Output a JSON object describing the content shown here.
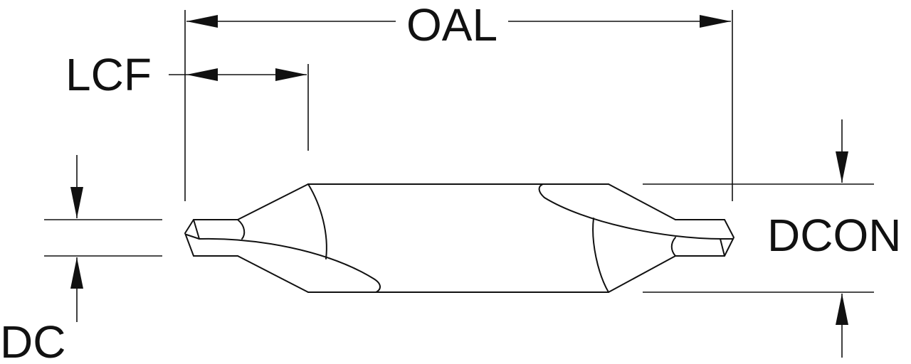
{
  "labels": {
    "oal": "OAL",
    "lcf": "LCF",
    "dc": "DC",
    "dcon": "DCON"
  },
  "colors": {
    "line": "#111111",
    "background": "#ffffff"
  }
}
